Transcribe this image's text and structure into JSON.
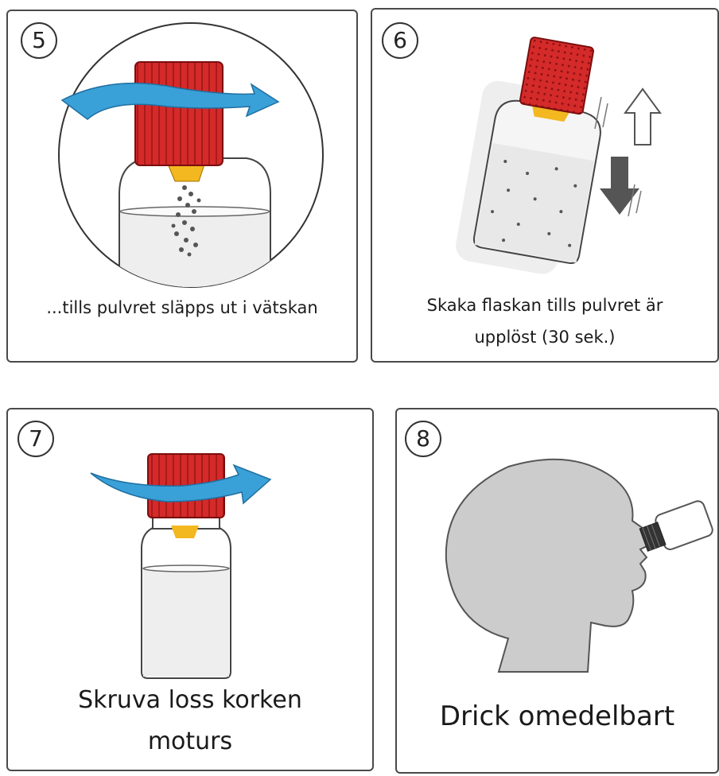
{
  "steps": [
    {
      "number": "5",
      "caption": "...tills pulvret släpps ut i vätskan"
    },
    {
      "number": "6",
      "caption": "Skaka flaskan tills pulvret är upplöst (30 sek.)"
    },
    {
      "number": "7",
      "caption": "Skruva loss korken moturs"
    },
    {
      "number": "8",
      "caption": "Drick omedelbart"
    }
  ],
  "colors": {
    "cap_red": "#d42a2a",
    "arrow_blue": "#3aa0d8",
    "powder_yellow": "#f3b820",
    "liquid": "#eeeeee",
    "head_gray": "#cccccc",
    "border": "#4a4a4a"
  }
}
